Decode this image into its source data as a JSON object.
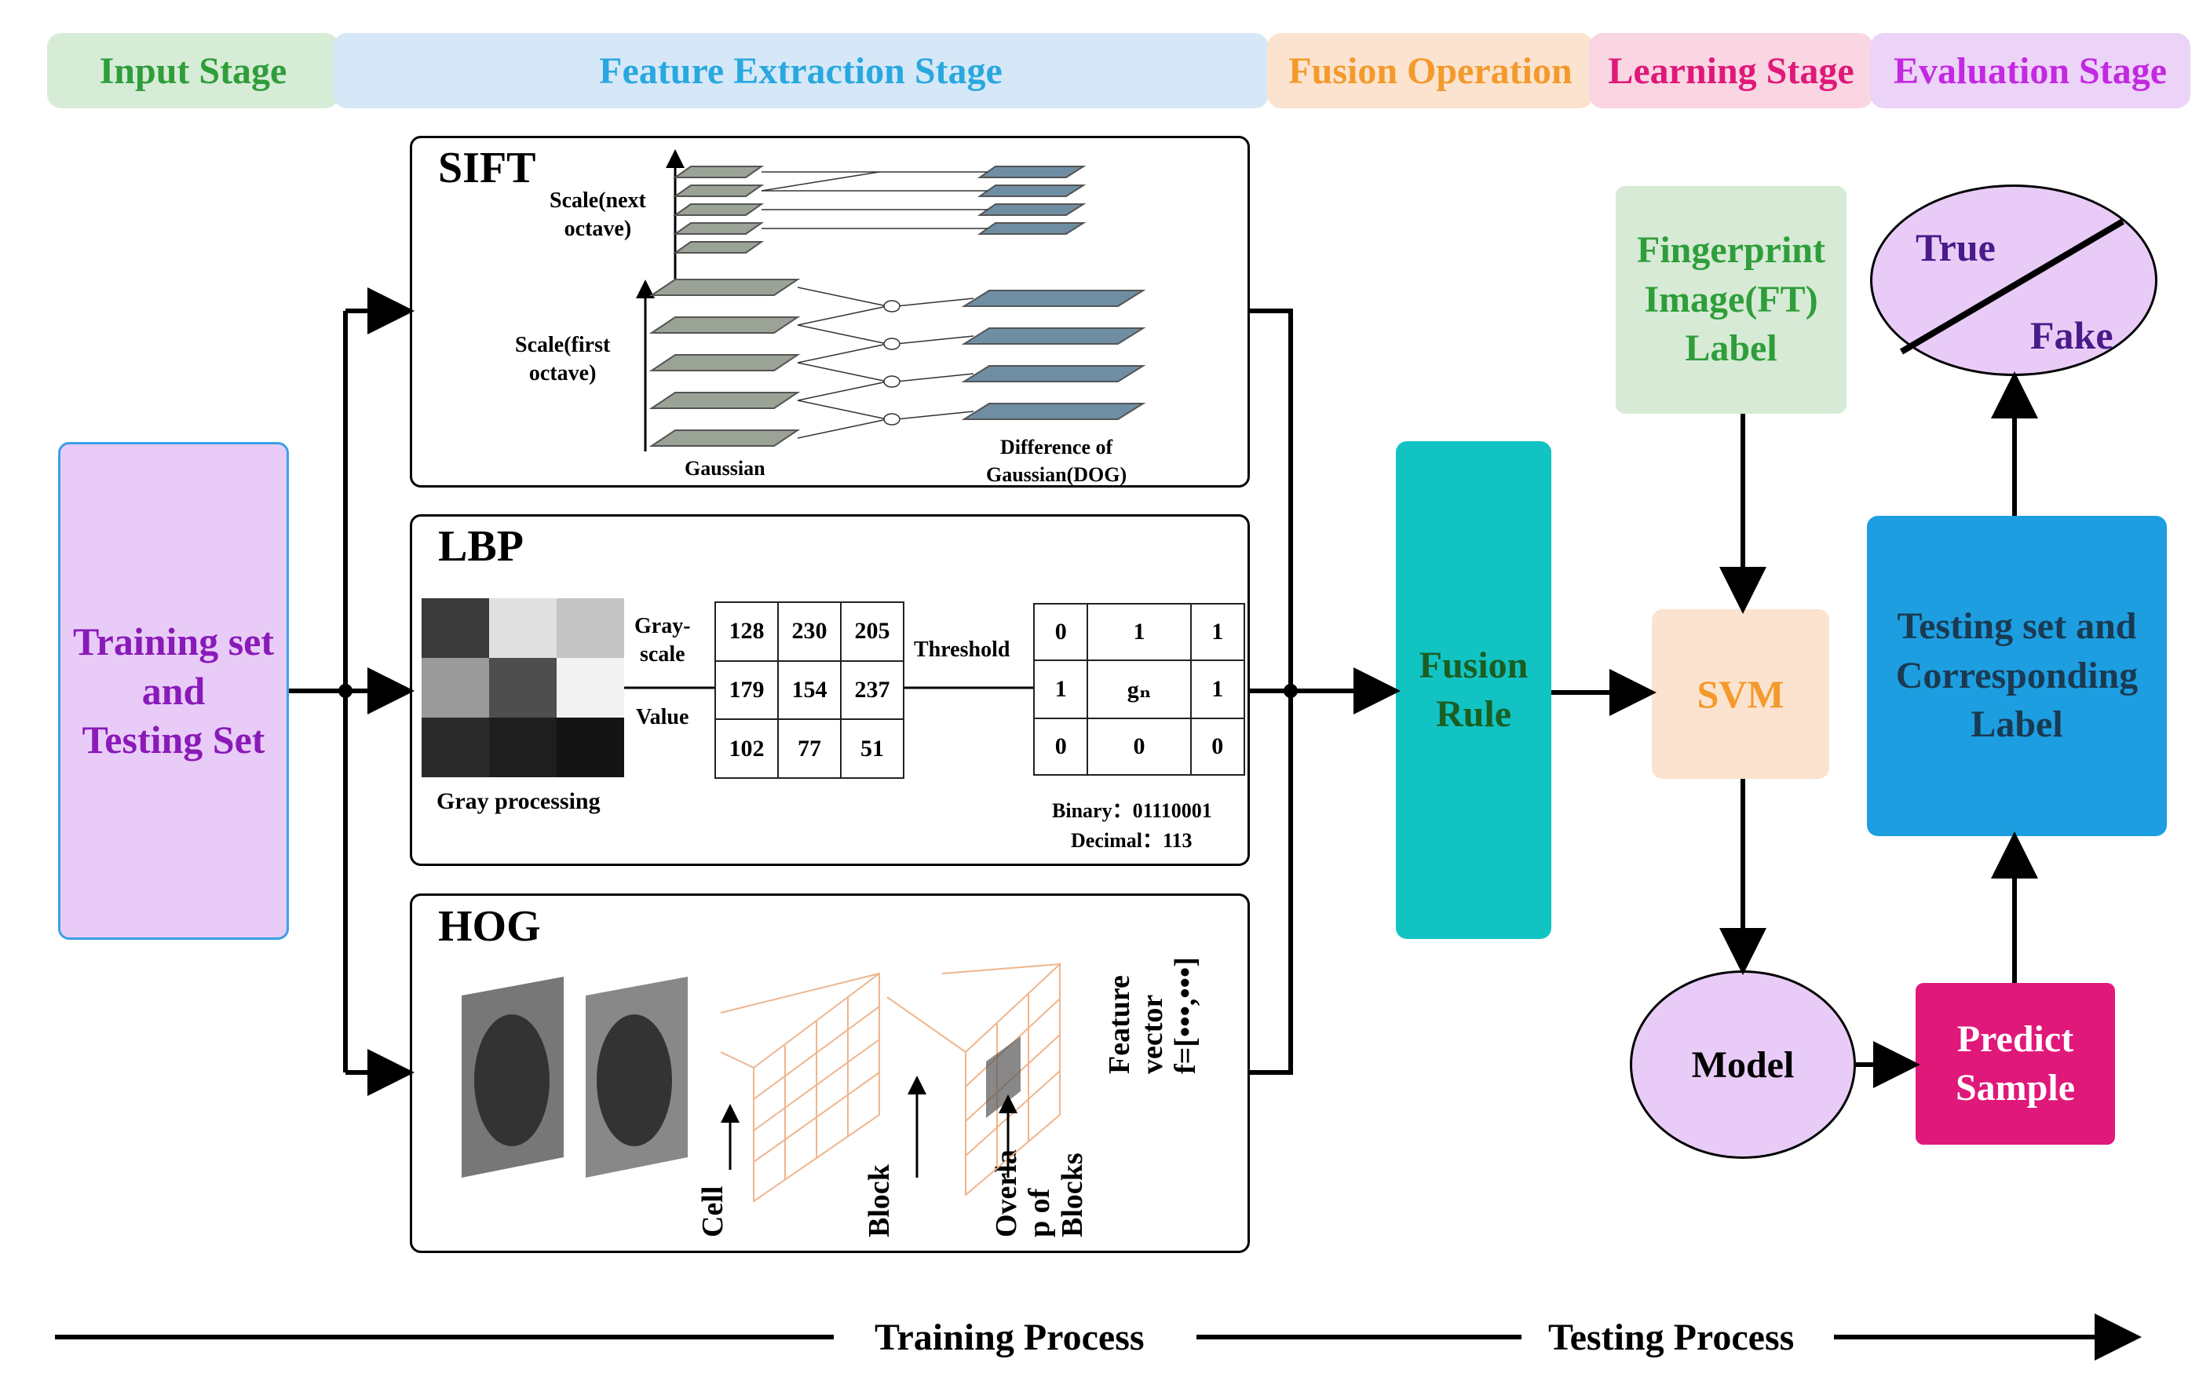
{
  "stages": [
    {
      "label": "Input Stage",
      "color": "#2e9e3a"
    },
    {
      "label": "Feature Extraction Stage",
      "color": "#29a8e0"
    },
    {
      "label": "Fusion Operation",
      "color": "#f39a2b"
    },
    {
      "label": "Learning Stage",
      "color": "#e0187a"
    },
    {
      "label": "Evaluation Stage",
      "color": "#c229e0"
    }
  ],
  "input_box": {
    "line1": "Training set",
    "line2": "and",
    "line3": "Testing Set"
  },
  "sift": {
    "title": "SIFT",
    "scale_next_1": "Scale(next",
    "scale_next_2": "octave)",
    "scale_first_1": "Scale(first",
    "scale_first_2": "octave)",
    "gaussian": "Gaussian",
    "dog_1": "Difference of",
    "dog_2": "Gaussian(DOG)"
  },
  "lbp": {
    "title": "LBP",
    "gray_processing": "Gray processing",
    "grayscale_1": "Gray-",
    "grayscale_2": "scale",
    "value": "Value",
    "threshold": "Threshold",
    "values_grid": [
      [
        "128",
        "230",
        "205"
      ],
      [
        "179",
        "154",
        "237"
      ],
      [
        "102",
        "77",
        "51"
      ]
    ],
    "binary_grid": [
      [
        "0",
        "1",
        "1"
      ],
      [
        "1",
        "gₙ",
        "1"
      ],
      [
        "0",
        "0",
        "0"
      ]
    ],
    "binary": "Binary：01110001",
    "decimal": "Decimal：113",
    "gray_cells": [
      "#3a3a3a",
      "#e0e0e0",
      "#c4c4c4",
      "#9a9a9a",
      "#4e4e4e",
      "#f2f2f2",
      "#2a2a2a",
      "#1e1e1e",
      "#141414"
    ]
  },
  "hog": {
    "title": "HOG",
    "cell": "Cell",
    "block": "Block",
    "overlap": "Overla\np of\nBlocks",
    "feature_vector": "Feature\nvector\nf=[•••,•••]"
  },
  "fusion": {
    "line1": "Fusion",
    "line2": "Rule",
    "color": "#12c3c3"
  },
  "ft_label": {
    "line1": "Fingerprint",
    "line2": "Image(FT)",
    "line3": "Label"
  },
  "svm": {
    "label": "SVM"
  },
  "model": {
    "label": "Model"
  },
  "predict": {
    "line1": "Predict",
    "line2": "Sample"
  },
  "testing_label": {
    "line1": "Testing set and",
    "line2": "Corresponding",
    "line3": "Label"
  },
  "result": {
    "true": "True",
    "fake": "Fake"
  },
  "process": {
    "training": "Training Process",
    "testing": "Testing Process"
  }
}
